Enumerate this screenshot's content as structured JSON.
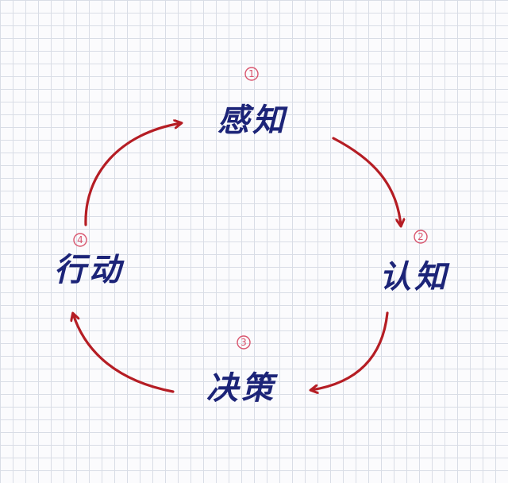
{
  "diagram": {
    "nodes": [
      {
        "id": "perception",
        "label": "感知",
        "step": "1"
      },
      {
        "id": "cognition",
        "label": "认知",
        "step": "2"
      },
      {
        "id": "decision",
        "label": "决策",
        "step": "3"
      },
      {
        "id": "action",
        "label": "行动",
        "step": "4"
      }
    ],
    "edges": [
      {
        "from": "perception",
        "to": "cognition"
      },
      {
        "from": "cognition",
        "to": "decision"
      },
      {
        "from": "decision",
        "to": "action"
      },
      {
        "from": "action",
        "to": "perception"
      }
    ],
    "colors": {
      "label": "#1c2478",
      "arrow": "#b51d24",
      "badge": "#d9556e",
      "grid": "#d9dde6"
    }
  }
}
